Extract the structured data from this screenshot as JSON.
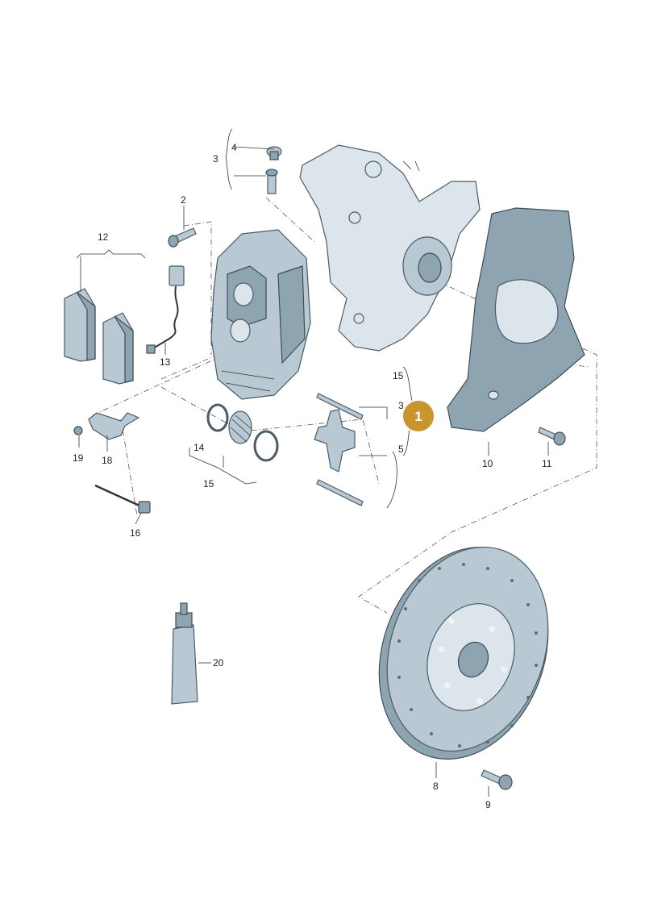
{
  "labels": {
    "p1": "1",
    "p2": "2",
    "p3a": "3",
    "p3b": "3",
    "p4": "4",
    "p5": "5",
    "p8": "8",
    "p9": "9",
    "p10": "10",
    "p11": "11",
    "p12": "12",
    "p13": "13",
    "p14": "14",
    "p15a": "15",
    "p15b": "15",
    "p16": "16",
    "p18": "18",
    "p19": "19",
    "p20": "20"
  },
  "colors": {
    "badge": "#c9962e",
    "part": "#b9c9d3",
    "outline": "#4a5b66"
  }
}
